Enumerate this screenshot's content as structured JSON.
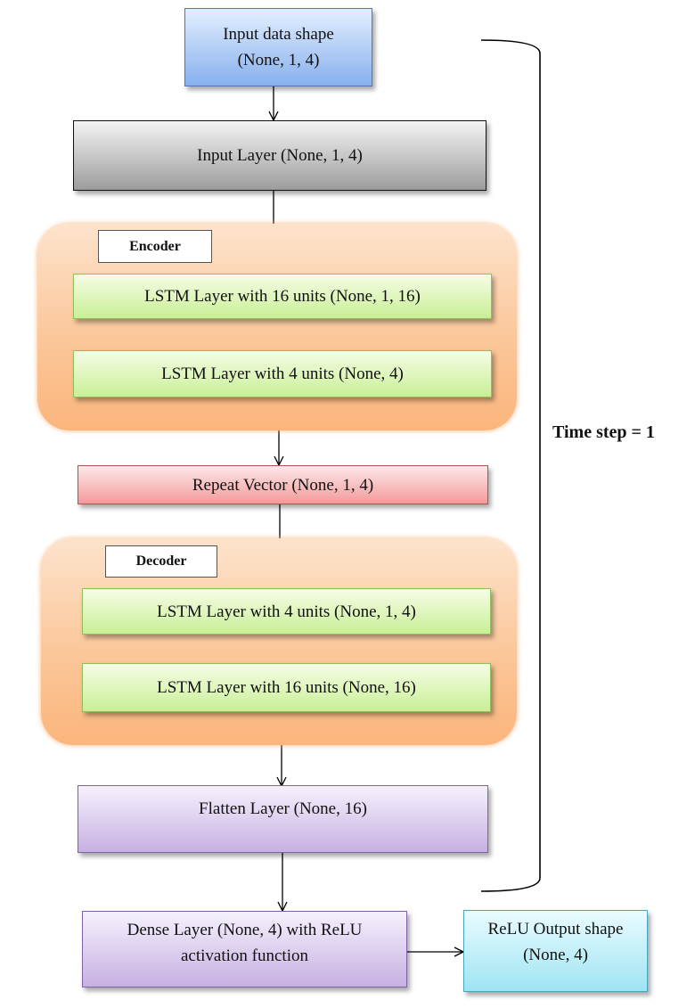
{
  "nodes": {
    "input_shape": {
      "line1": "Input data shape",
      "line2": "(None, 1, 4)"
    },
    "input_layer": "Input Layer (None, 1, 4)",
    "encoder": {
      "label": "Encoder",
      "lstm1": "LSTM Layer with 16 units (None, 1, 16)",
      "lstm2": "LSTM Layer with 4 units (None, 4)"
    },
    "repeat_vector": "Repeat Vector (None, 1, 4)",
    "decoder": {
      "label": "Decoder",
      "lstm1": "LSTM Layer with 4 units (None, 1, 4)",
      "lstm2": "LSTM Layer with 16 units (None, 16)"
    },
    "flatten": "Flatten Layer (None, 16)",
    "dense": {
      "line1": "Dense Layer (None, 4) with ReLU",
      "line2": "activation function"
    },
    "output": {
      "line1": "ReLU Output shape",
      "line2": "(None, 4)"
    }
  },
  "time_step_label": "Time step = 1",
  "colors": {
    "input_shape": "#86b0ee",
    "input_layer": "#9c9c9c",
    "lstm": "#c9ef96",
    "group": "#fbc79a",
    "repeat_vector": "#f29a9a",
    "flatten_dense": "#c6b0e2",
    "output": "#9fe4f3"
  }
}
